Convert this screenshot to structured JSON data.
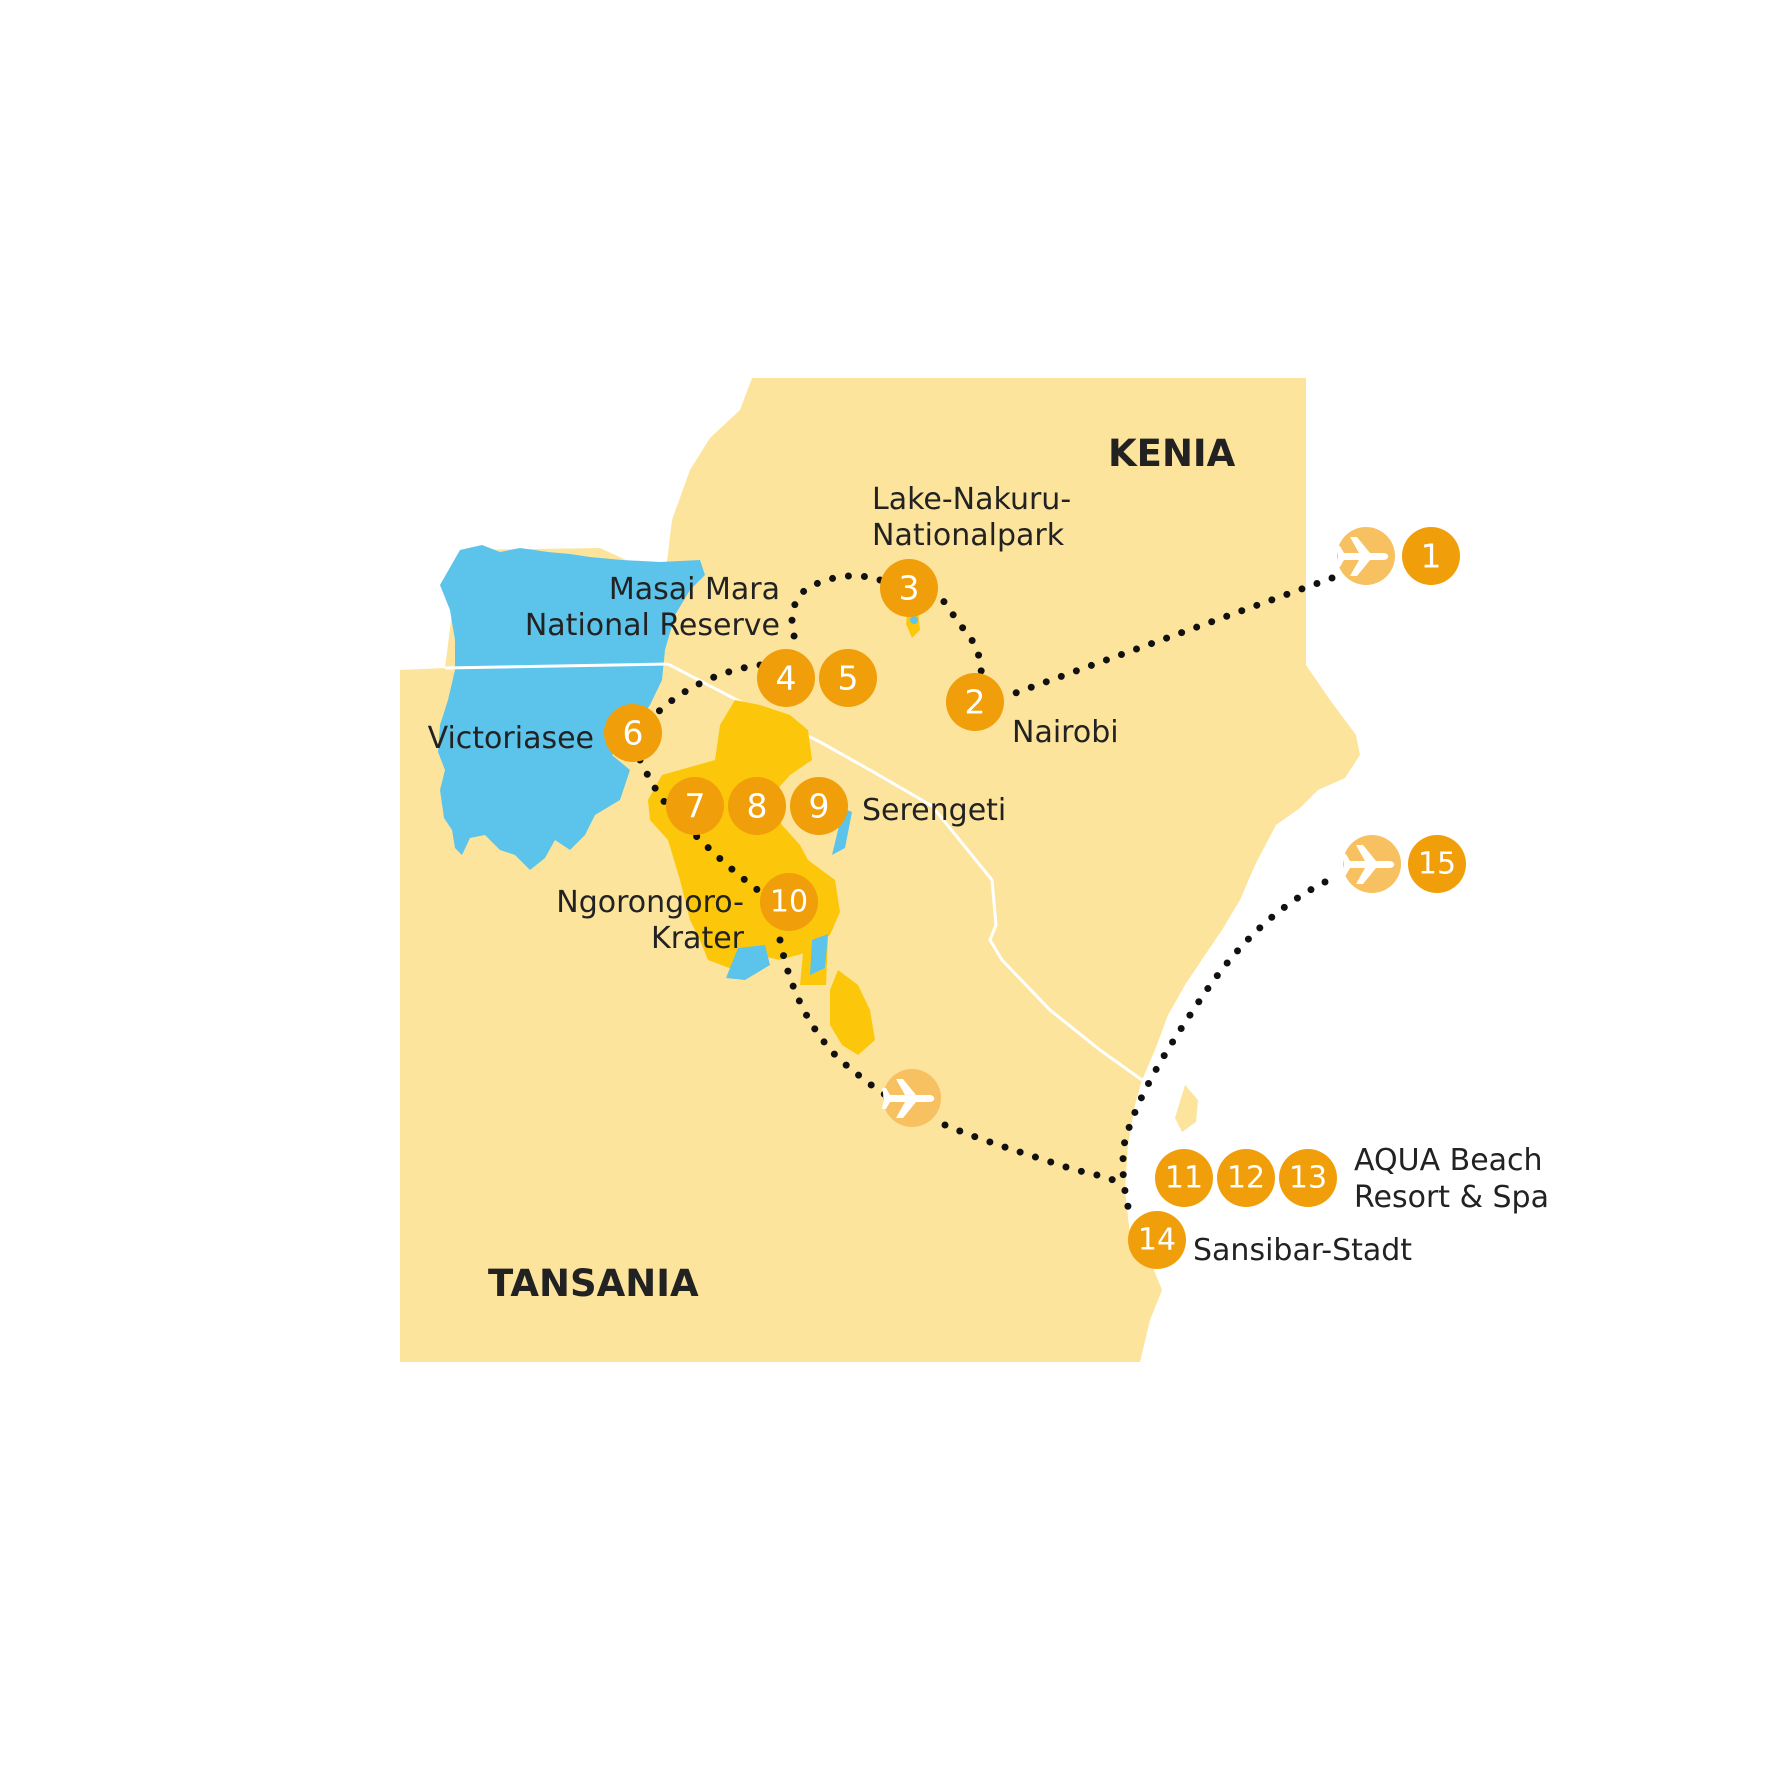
{
  "map": {
    "countries": {
      "kenya": "KENIA",
      "tanzania": "TANSANIA"
    },
    "places": {
      "lake_nakuru_1": "Lake-Nakuru-",
      "lake_nakuru_2": "Nationalpark",
      "masai_mara_1": "Masai Mara",
      "masai_mara_2": "National Reserve",
      "nairobi": "Nairobi",
      "victoriasee": "Victoriasee",
      "serengeti": "Serengeti",
      "ngorongoro_1": "Ngorongoro-",
      "ngorongoro_2": "Krater",
      "aqua_1": "AQUA Beach",
      "aqua_2": "Resort & Spa",
      "sansibar": "Sansibar-Stadt"
    },
    "stops": [
      "1",
      "2",
      "3",
      "4",
      "5",
      "6",
      "7",
      "8",
      "9",
      "10",
      "11",
      "12",
      "13",
      "14",
      "15"
    ],
    "icons": {
      "flight_start": "airplane-icon",
      "flight_mid": "airplane-icon",
      "flight_end": "airplane-icon"
    },
    "colors": {
      "land": "#fde49c",
      "water": "#5cc3ea",
      "park": "#fcc70a",
      "marker": "#f09e0a",
      "plane_marker": "#f7c060",
      "route": "#111111",
      "border": "#ffffff"
    }
  }
}
